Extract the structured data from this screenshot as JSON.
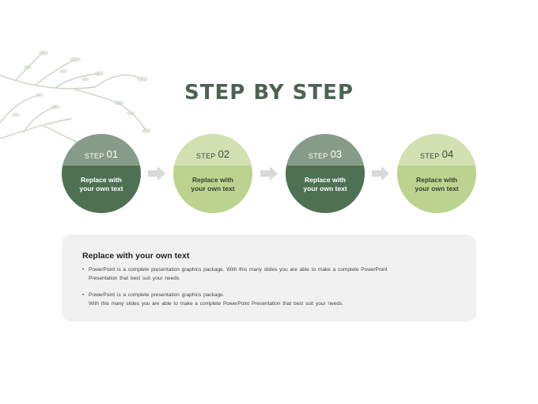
{
  "title": "STEP BY STEP",
  "steps": [
    {
      "label": "STEP",
      "number": "01",
      "line1": "Replace with",
      "line2": "your own text",
      "variant": "dark"
    },
    {
      "label": "STEP",
      "number": "02",
      "line1": "Replace with",
      "line2": "your own text",
      "variant": "light"
    },
    {
      "label": "STEP",
      "number": "03",
      "line1": "Replace with",
      "line2": "your own text",
      "variant": "dark"
    },
    {
      "label": "STEP",
      "number": "04",
      "line1": "Replace with",
      "line2": "your own text",
      "variant": "light"
    }
  ],
  "card": {
    "title": "Replace with your own text",
    "bullets": [
      {
        "marker": "•",
        "line1": "PowerPoint is a complete presentation graphics package. With this many slides you are able to make a complete PowerPoint",
        "line2": "Presentation that best suit your needs."
      },
      {
        "marker": "•",
        "line1": "PowerPoint is a complete presentation graphics package.",
        "line2": "With this many slides you are able to make a complete PowerPoint Presentation that best suit your needs."
      }
    ]
  },
  "colors": {
    "title": "#4d6353",
    "dark_top": "#879c88",
    "dark_bottom": "#4e7153",
    "light_top": "#d2e0b2",
    "light_bottom": "#bcd38f",
    "arrow": "#d9d9d9",
    "card_bg": "#f1f1f1"
  },
  "decorations": {
    "foliage": "watercolor-branch-illustration",
    "arrow_icon": "arrow-right-icon"
  }
}
